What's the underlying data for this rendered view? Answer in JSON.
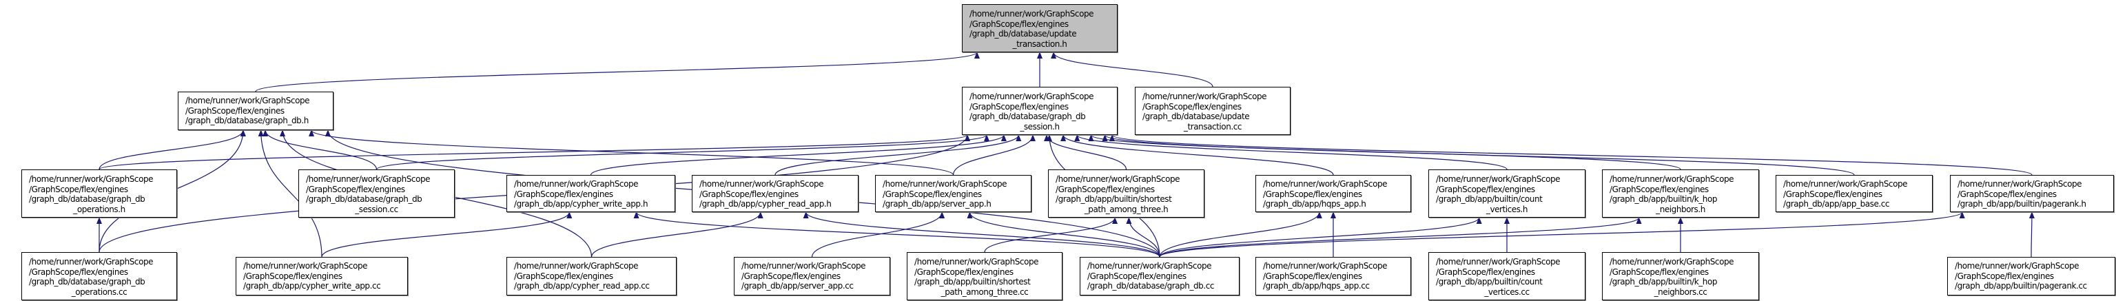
{
  "colors": {
    "edge": "#191970",
    "root_fill": "#bfbfbf",
    "node_fill": "#ffffff",
    "border": "#000000"
  },
  "nodes": [
    {
      "id": "update_transaction_h",
      "root": true,
      "lines": [
        "/home/runner/work/GraphScope",
        "/GraphScope/flex/engines",
        "/graph_db/database/update",
        "_transaction.h"
      ]
    },
    {
      "id": "graph_db_h",
      "lines": [
        "/home/runner/work/GraphScope",
        "/GraphScope/flex/engines",
        "/graph_db/database/graph_db.h"
      ]
    },
    {
      "id": "graph_db_session_h",
      "lines": [
        "/home/runner/work/GraphScope",
        "/GraphScope/flex/engines",
        "/graph_db/database/graph_db",
        "_session.h"
      ]
    },
    {
      "id": "update_transaction_cc",
      "lines": [
        "/home/runner/work/GraphScope",
        "/GraphScope/flex/engines",
        "/graph_db/database/update",
        "_transaction.cc"
      ]
    },
    {
      "id": "graph_db_operations_h",
      "lines": [
        "/home/runner/work/GraphScope",
        "/GraphScope/flex/engines",
        "/graph_db/database/graph_db",
        "_operations.h"
      ]
    },
    {
      "id": "graph_db_session_cc",
      "lines": [
        "/home/runner/work/GraphScope",
        "/GraphScope/flex/engines",
        "/graph_db/database/graph_db",
        "_session.cc"
      ]
    },
    {
      "id": "cypher_write_app_h",
      "lines": [
        "/home/runner/work/GraphScope",
        "/GraphScope/flex/engines",
        "/graph_db/app/cypher_write_app.h"
      ]
    },
    {
      "id": "cypher_read_app_h",
      "lines": [
        "/home/runner/work/GraphScope",
        "/GraphScope/flex/engines",
        "/graph_db/app/cypher_read_app.h"
      ]
    },
    {
      "id": "server_app_h",
      "lines": [
        "/home/runner/work/GraphScope",
        "/GraphScope/flex/engines",
        "/graph_db/app/server_app.h"
      ]
    },
    {
      "id": "shortest_path_among_three_h",
      "lines": [
        "/home/runner/work/GraphScope",
        "/GraphScope/flex/engines",
        "/graph_db/app/builtin/shortest",
        "_path_among_three.h"
      ]
    },
    {
      "id": "hqps_app_h",
      "lines": [
        "/home/runner/work/GraphScope",
        "/GraphScope/flex/engines",
        "/graph_db/app/hqps_app.h"
      ]
    },
    {
      "id": "count_vertices_h",
      "lines": [
        "/home/runner/work/GraphScope",
        "/GraphScope/flex/engines",
        "/graph_db/app/builtin/count",
        "_vertices.h"
      ]
    },
    {
      "id": "k_hop_neighbors_h",
      "lines": [
        "/home/runner/work/GraphScope",
        "/GraphScope/flex/engines",
        "/graph_db/app/builtin/k_hop",
        "_neighbors.h"
      ]
    },
    {
      "id": "app_base_cc",
      "lines": [
        "/home/runner/work/GraphScope",
        "/GraphScope/flex/engines",
        "/graph_db/app/app_base.cc"
      ]
    },
    {
      "id": "pagerank_h",
      "lines": [
        "/home/runner/work/GraphScope",
        "/GraphScope/flex/engines",
        "/graph_db/app/builtin/pagerank.h"
      ]
    },
    {
      "id": "graph_db_operations_cc",
      "lines": [
        "/home/runner/work/GraphScope",
        "/GraphScope/flex/engines",
        "/graph_db/database/graph_db",
        "_operations.cc"
      ]
    },
    {
      "id": "cypher_write_app_cc",
      "lines": [
        "/home/runner/work/GraphScope",
        "/GraphScope/flex/engines",
        "/graph_db/app/cypher_write_app.cc"
      ]
    },
    {
      "id": "cypher_read_app_cc",
      "lines": [
        "/home/runner/work/GraphScope",
        "/GraphScope/flex/engines",
        "/graph_db/app/cypher_read_app.cc"
      ]
    },
    {
      "id": "server_app_cc",
      "lines": [
        "/home/runner/work/GraphScope",
        "/GraphScope/flex/engines",
        "/graph_db/app/server_app.cc"
      ]
    },
    {
      "id": "shortest_path_among_three_cc",
      "lines": [
        "/home/runner/work/GraphScope",
        "/GraphScope/flex/engines",
        "/graph_db/app/builtin/shortest",
        "_path_among_three.cc"
      ]
    },
    {
      "id": "graph_db_cc",
      "lines": [
        "/home/runner/work/GraphScope",
        "/GraphScope/flex/engines",
        "/graph_db/database/graph_db.cc"
      ]
    },
    {
      "id": "hqps_app_cc",
      "lines": [
        "/home/runner/work/GraphScope",
        "/GraphScope/flex/engines",
        "/graph_db/app/hqps_app.cc"
      ]
    },
    {
      "id": "count_vertices_cc",
      "lines": [
        "/home/runner/work/GraphScope",
        "/GraphScope/flex/engines",
        "/graph_db/app/builtin/count",
        "_vertices.cc"
      ]
    },
    {
      "id": "k_hop_neighbors_cc",
      "lines": [
        "/home/runner/work/GraphScope",
        "/GraphScope/flex/engines",
        "/graph_db/app/builtin/k_hop",
        "_neighbors.cc"
      ]
    },
    {
      "id": "pagerank_cc",
      "lines": [
        "/home/runner/work/GraphScope",
        "/GraphScope/flex/engines",
        "/graph_db/app/builtin/pagerank.cc"
      ]
    }
  ],
  "edges": [
    [
      "graph_db_h",
      "update_transaction_h"
    ],
    [
      "graph_db_session_h",
      "update_transaction_h"
    ],
    [
      "update_transaction_cc",
      "update_transaction_h"
    ],
    [
      "graph_db_operations_h",
      "graph_db_h"
    ],
    [
      "graph_db_session_cc",
      "graph_db_h"
    ],
    [
      "graph_db_operations_cc",
      "graph_db_h"
    ],
    [
      "cypher_write_app_cc",
      "graph_db_h"
    ],
    [
      "cypher_read_app_cc",
      "graph_db_h"
    ],
    [
      "graph_db_cc",
      "graph_db_h"
    ],
    [
      "server_app_h",
      "graph_db_h"
    ],
    [
      "graph_db_operations_h",
      "graph_db_session_h"
    ],
    [
      "graph_db_session_cc",
      "graph_db_session_h"
    ],
    [
      "graph_db_operations_cc",
      "graph_db_session_h"
    ],
    [
      "cypher_write_app_h",
      "graph_db_session_h"
    ],
    [
      "cypher_read_app_h",
      "graph_db_session_h"
    ],
    [
      "server_app_h",
      "graph_db_session_h"
    ],
    [
      "shortest_path_among_three_h",
      "graph_db_session_h"
    ],
    [
      "graph_db_cc",
      "graph_db_session_h"
    ],
    [
      "hqps_app_h",
      "graph_db_session_h"
    ],
    [
      "count_vertices_h",
      "graph_db_session_h"
    ],
    [
      "k_hop_neighbors_h",
      "graph_db_session_h"
    ],
    [
      "app_base_cc",
      "graph_db_session_h"
    ],
    [
      "pagerank_h",
      "graph_db_session_h"
    ],
    [
      "graph_db_operations_cc",
      "graph_db_operations_h"
    ],
    [
      "cypher_write_app_cc",
      "cypher_write_app_h"
    ],
    [
      "graph_db_cc",
      "cypher_write_app_h"
    ],
    [
      "cypher_read_app_cc",
      "cypher_read_app_h"
    ],
    [
      "graph_db_cc",
      "cypher_read_app_h"
    ],
    [
      "server_app_cc",
      "server_app_h"
    ],
    [
      "graph_db_cc",
      "server_app_h"
    ],
    [
      "shortest_path_among_three_cc",
      "shortest_path_among_three_h"
    ],
    [
      "graph_db_cc",
      "shortest_path_among_three_h"
    ],
    [
      "hqps_app_cc",
      "hqps_app_h"
    ],
    [
      "graph_db_cc",
      "hqps_app_h"
    ],
    [
      "count_vertices_cc",
      "count_vertices_h"
    ],
    [
      "graph_db_cc",
      "count_vertices_h"
    ],
    [
      "k_hop_neighbors_cc",
      "k_hop_neighbors_h"
    ],
    [
      "graph_db_cc",
      "k_hop_neighbors_h"
    ],
    [
      "pagerank_cc",
      "pagerank_h"
    ],
    [
      "graph_db_cc",
      "pagerank_h"
    ]
  ]
}
